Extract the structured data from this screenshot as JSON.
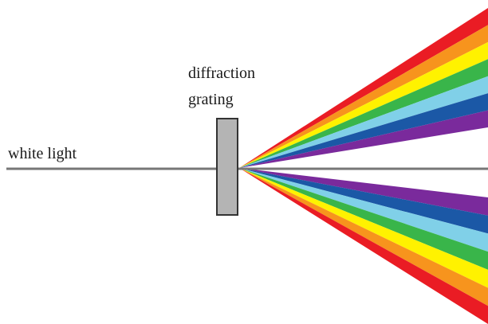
{
  "labels": {
    "white_light": "white light",
    "grating_line1": "diffraction",
    "grating_line2": "grating"
  },
  "colors": {
    "beam": "#777777",
    "grating_fill": "#b4b4b4",
    "grating_stroke": "#333333",
    "spectrum_upper": [
      "#ea1c24",
      "#f7941d",
      "#fff200",
      "#39b54a",
      "#80d0e8",
      "#1b58a6",
      "#7a2a9c"
    ],
    "spectrum_lower": [
      "#7a2a9c",
      "#1b58a6",
      "#80d0e8",
      "#39b54a",
      "#fff200",
      "#f7941d",
      "#ea1c24"
    ]
  }
}
